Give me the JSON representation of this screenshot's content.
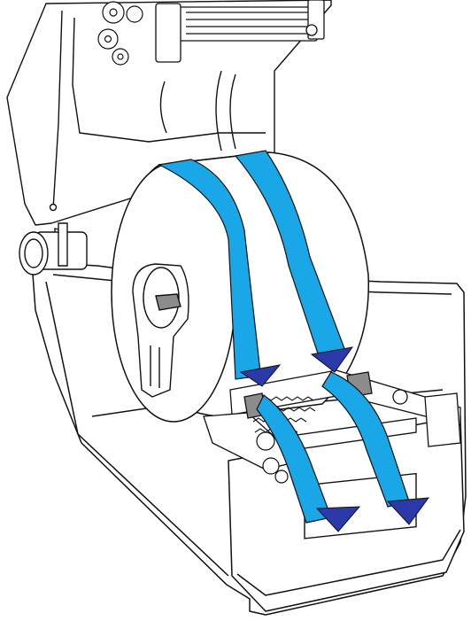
{
  "figure": {
    "subject": "desktop-label-printer-media-loading",
    "arrow_color": "#1aa7e8",
    "arrowhead_color": "#2b3aa8",
    "gray_color": "#8c8c8c",
    "ink_color": "#111111",
    "background_color": "#ffffff",
    "icons": [
      "printer-lid-open",
      "media-roll",
      "feed-path-arrow",
      "media-guide",
      "label-sensor",
      "platen-roller"
    ]
  }
}
